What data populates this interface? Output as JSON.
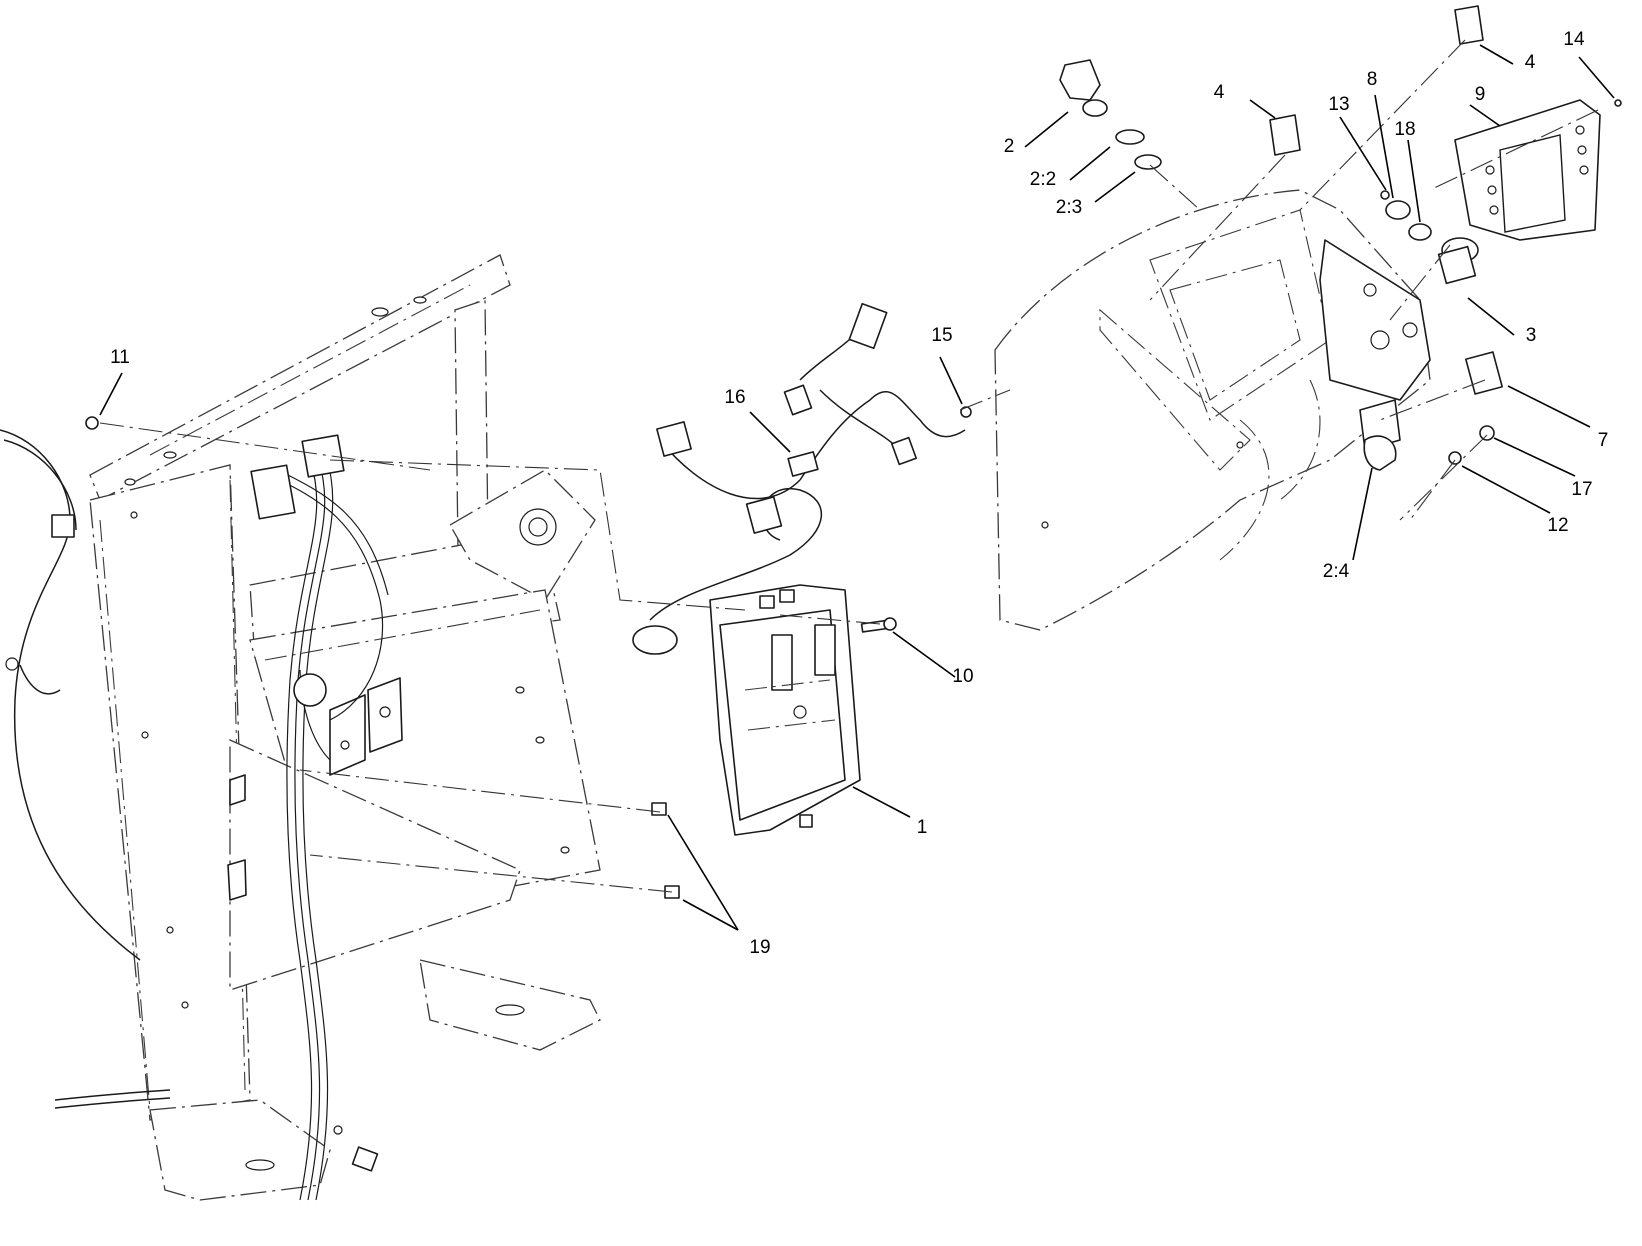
{
  "callouts": [
    {
      "id": "1",
      "label": "1"
    },
    {
      "id": "2",
      "label": "2"
    },
    {
      "id": "2-2",
      "label": "2:2"
    },
    {
      "id": "2-3",
      "label": "2:3"
    },
    {
      "id": "2-4",
      "label": "2:4"
    },
    {
      "id": "3",
      "label": "3"
    },
    {
      "id": "4a",
      "label": "4"
    },
    {
      "id": "4b",
      "label": "4"
    },
    {
      "id": "7",
      "label": "7"
    },
    {
      "id": "8",
      "label": "8"
    },
    {
      "id": "9",
      "label": "9"
    },
    {
      "id": "10",
      "label": "10"
    },
    {
      "id": "11",
      "label": "11"
    },
    {
      "id": "12",
      "label": "12"
    },
    {
      "id": "13",
      "label": "13"
    },
    {
      "id": "14",
      "label": "14"
    },
    {
      "id": "15",
      "label": "15"
    },
    {
      "id": "16",
      "label": "16"
    },
    {
      "id": "17",
      "label": "17"
    },
    {
      "id": "18",
      "label": "18"
    },
    {
      "id": "19",
      "label": "19"
    }
  ],
  "colors": {
    "line": "#1a1a1a",
    "background": "#ffffff"
  }
}
